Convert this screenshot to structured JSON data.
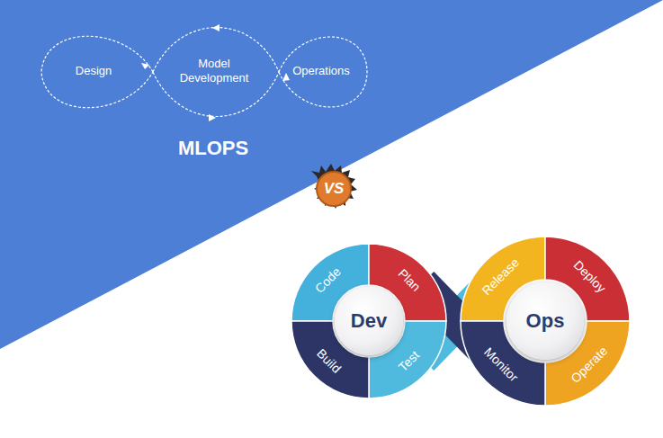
{
  "diagram": {
    "nodes": [
      {
        "text": [
          "Design"
        ]
      },
      {
        "text": [
          "Model Development"
        ]
      },
      {
        "text": [
          "Operations"
        ]
      },
      {
        "text": [
          "Code"
        ]
      },
      {
        "text": [
          "Plan"
        ]
      },
      {
        "text": [
          "Dev"
        ]
      },
      {
        "text": [
          "Build"
        ]
      },
      {
        "text": [
          "Test"
        ]
      },
      {
        "text": [
          "Release"
        ]
      },
      {
        "text": [
          "Deploy"
        ]
      },
      {
        "text": [
          "Ops"
        ]
      },
      {
        "text": [
          "Monitor"
        ]
      },
      {
        "text": [
          "Operate"
        ]
      }
    ],
    "labels": [
      "MLOPS",
      "VS"
    ]
  }
}
